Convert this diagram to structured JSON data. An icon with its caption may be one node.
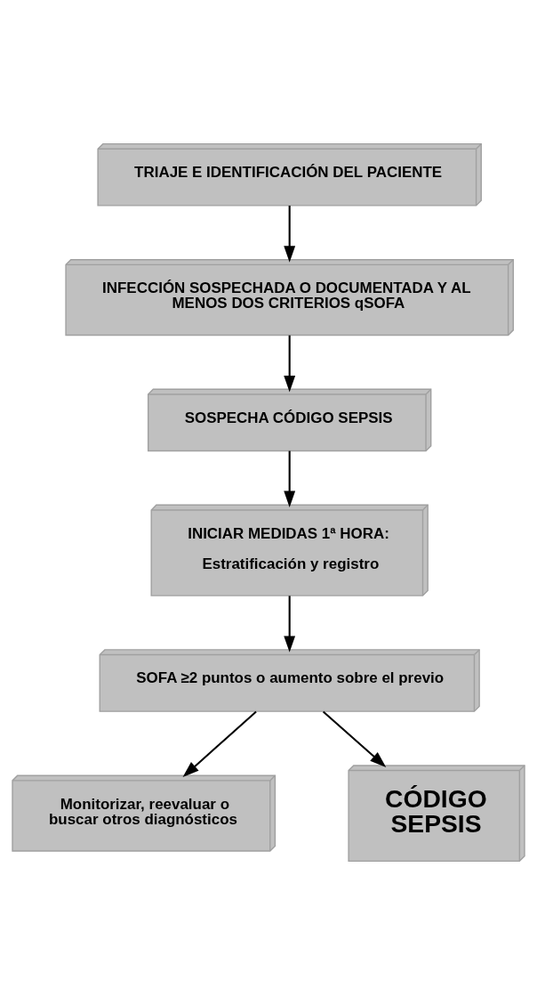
{
  "diagram": {
    "nodes": [
      {
        "text": [
          "TRIAJE E IDENTIFICACIÓN DEL PACIENTE"
        ]
      },
      {
        "text": [
          "INFECCIÓN SOSPECHADA O DOCUMENTADA Y AL MENOS DOS CRITERIOS qSOFA"
        ]
      },
      {
        "text": [
          "SOSPECHA CÓDIGO SEPSIS"
        ]
      },
      {
        "text": [
          "INICIAR MEDIDAS 1ª HORA:",
          "Estratificación y registro"
        ]
      },
      {
        "text": [
          "SOFA ≥2 puntos o aumento sobre el previo"
        ]
      },
      {
        "text": [
          "Monitorizar, reevaluar o buscar otros diagnósticos"
        ]
      },
      {
        "text": [
          "CÓDIGO SEPSIS"
        ]
      }
    ],
    "edges": [
      {
        "from": 0,
        "to": 1,
        "arrow": "to"
      },
      {
        "from": 1,
        "to": 2,
        "arrow": "to"
      },
      {
        "from": 2,
        "to": 3,
        "arrow": "to"
      },
      {
        "from": 3,
        "to": 4,
        "arrow": "to"
      },
      {
        "from": 4,
        "to": 5,
        "arrow": "to"
      },
      {
        "from": 4,
        "to": 6,
        "arrow": "to"
      }
    ]
  }
}
